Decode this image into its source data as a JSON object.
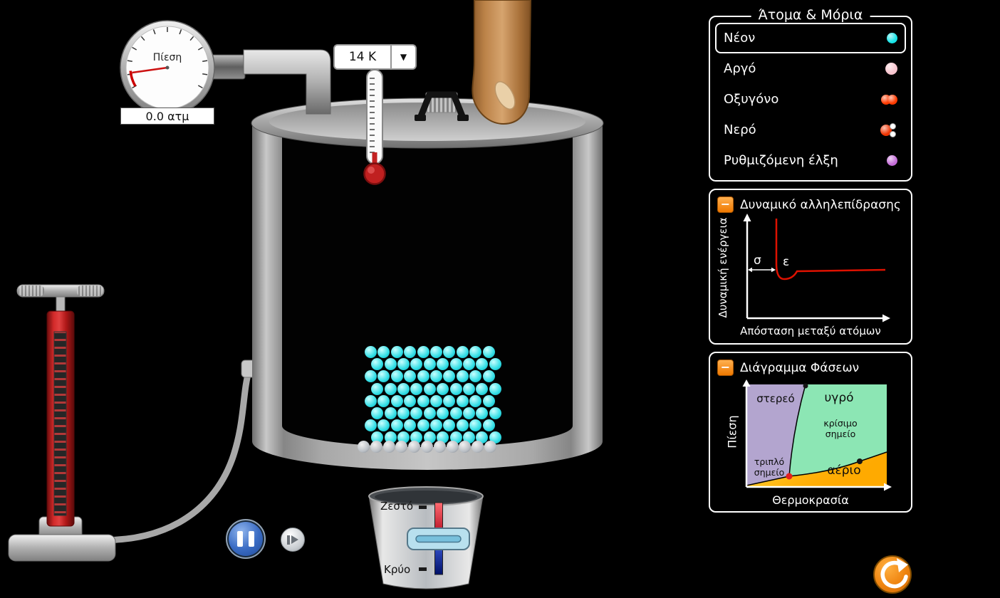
{
  "pressure_gauge": {
    "label": "Πίεση",
    "value": "0.0 ατμ"
  },
  "temperature_readout": {
    "value": "14 K",
    "dropdown_icon": "▼"
  },
  "heater_cooler": {
    "hot_label": "Ζεστό",
    "cold_label": "Κρύο"
  },
  "particles": {
    "species": "neon",
    "color": "#2fdde4",
    "rows": 8,
    "cols": 10,
    "bottom_row_count": 11,
    "bottom_row_color": "#b9bec4"
  },
  "atoms_molecules_panel": {
    "title": "Άτομα & Μόρια",
    "items": [
      {
        "label": "Νέον",
        "color": "#18e4e8",
        "selected": true
      },
      {
        "label": "Αργό",
        "color": "#f8c4ce",
        "selected": false
      },
      {
        "label": "Οξυγόνο",
        "color": "#ff3a00",
        "selected": false
      },
      {
        "label": "Νερό",
        "color": "#ee3300",
        "selected": false
      },
      {
        "label": "Ρυθμιζόμενη έλξη",
        "color": "#c46cd8",
        "selected": false
      }
    ]
  },
  "interaction_potential_panel": {
    "title": "Δυναμικό αλληλεπίδρασης",
    "collapse_icon": "−",
    "y_axis_label": "Δυναμική ενέργεια",
    "x_axis_label": "Απόσταση μεταξύ ατόμων",
    "sigma_label": "σ",
    "epsilon_label": "ε",
    "curve_color": "#dd1100"
  },
  "phase_diagram_panel": {
    "title": "Διάγραμμα Φάσεων",
    "collapse_icon": "−",
    "y_axis_label": "Πίεση",
    "x_axis_label": "Θερμοκρασία",
    "solid_label": "στερεό",
    "liquid_label": "υγρό",
    "gas_label": "αέριο",
    "triple_point_label": "τριπλό σημείο",
    "critical_point_label": "κρίσιμο σημείο",
    "solid_color": "#b3a5cf",
    "liquid_color": "#8ce6b4",
    "gas_color": "#ffaa00",
    "triple_point_color": "#e42020",
    "critical_point_color": "#151515"
  },
  "reset_button": {
    "color": "#ee8820"
  }
}
